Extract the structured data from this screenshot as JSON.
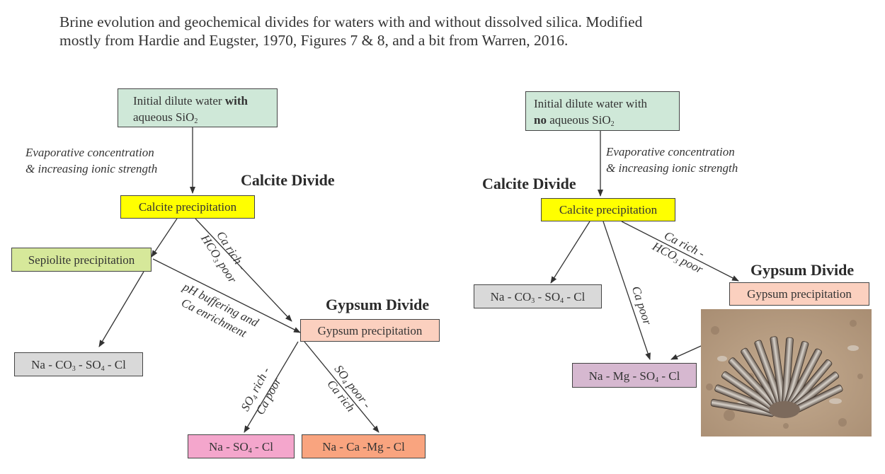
{
  "caption": {
    "line1": "Brine evolution and geochemical divides for waters with and without dissolved silica. Modified",
    "line2": "mostly from Hardie and Eugster, 1970, Figures 7 & 8, and a bit from Warren, 2016."
  },
  "left": {
    "initial": {
      "prefix": "Initial dilute water ",
      "bold": "with",
      "line2": "aqueous SiO",
      "sub": "2"
    },
    "evap": {
      "line1": "Evaporative concentration",
      "line2": "& increasing ionic strength"
    },
    "calcite_divide": "Calcite Divide",
    "calcite": "Calcite precipitation",
    "sepiolite": "Sepiolite precipitation",
    "ca_rich": {
      "line1": "Ca rich -",
      "line2a": "HCO",
      "sub": "3",
      "line2b": " poor"
    },
    "ph": {
      "line1": "pH buffering and",
      "line2": "Ca enrichment"
    },
    "gypsum_divide": "Gypsum Divide",
    "gypsum": "Gypsum precipitation",
    "na_co3": {
      "p1": "Na - CO",
      "s1": "3",
      "p2": " - SO",
      "s2": "4",
      "p3": " - Cl"
    },
    "so4_rich": {
      "a": "SO",
      "sub": "4",
      "b": " rich -",
      "line2": "Ca poor"
    },
    "so4_poor": {
      "a": "SO",
      "sub": "4",
      "b": " poor -",
      "line2": "Ca rich"
    },
    "na_so4": {
      "p1": "Na - SO",
      "s1": "4",
      "p2": " - Cl"
    },
    "na_ca_mg": "Na - Ca -Mg - Cl"
  },
  "right": {
    "initial": {
      "line1": "Initial dilute water with",
      "bold": "no",
      "rest": " aqueous SiO",
      "sub": "2"
    },
    "evap": {
      "line1": "Evaporative concentration",
      "line2": "& increasing ionic strength"
    },
    "calcite_divide": "Calcite Divide",
    "calcite": "Calcite precipitation",
    "ca_rich": {
      "line1": "Ca rich -",
      "line2a": "HCO",
      "sub": "3",
      "line2b": " poor"
    },
    "gypsum_divide": "Gypsum Divide",
    "gypsum": "Gypsum precipitation",
    "ca_poor": "Ca poor",
    "na_co3": {
      "p1": "Na - CO",
      "s1": "3",
      "p2": " - SO",
      "s2": "4",
      "p3": " - Cl"
    },
    "na_mg": {
      "p1": "Na - Mg - SO",
      "s1": "4",
      "p2": " - Cl"
    }
  },
  "colors": {
    "initial": "#cfe8d8",
    "calcite": "#ffff00",
    "sepiolite": "#d6e89a",
    "gray": "#d9d9d9",
    "gypsum": "#fbd0bf",
    "pink": "#f4a6cc",
    "orange": "#f9a47f",
    "mauve": "#d6b8d0"
  },
  "photo": {
    "subject": "gypsum-crystal-rosette-photo"
  }
}
